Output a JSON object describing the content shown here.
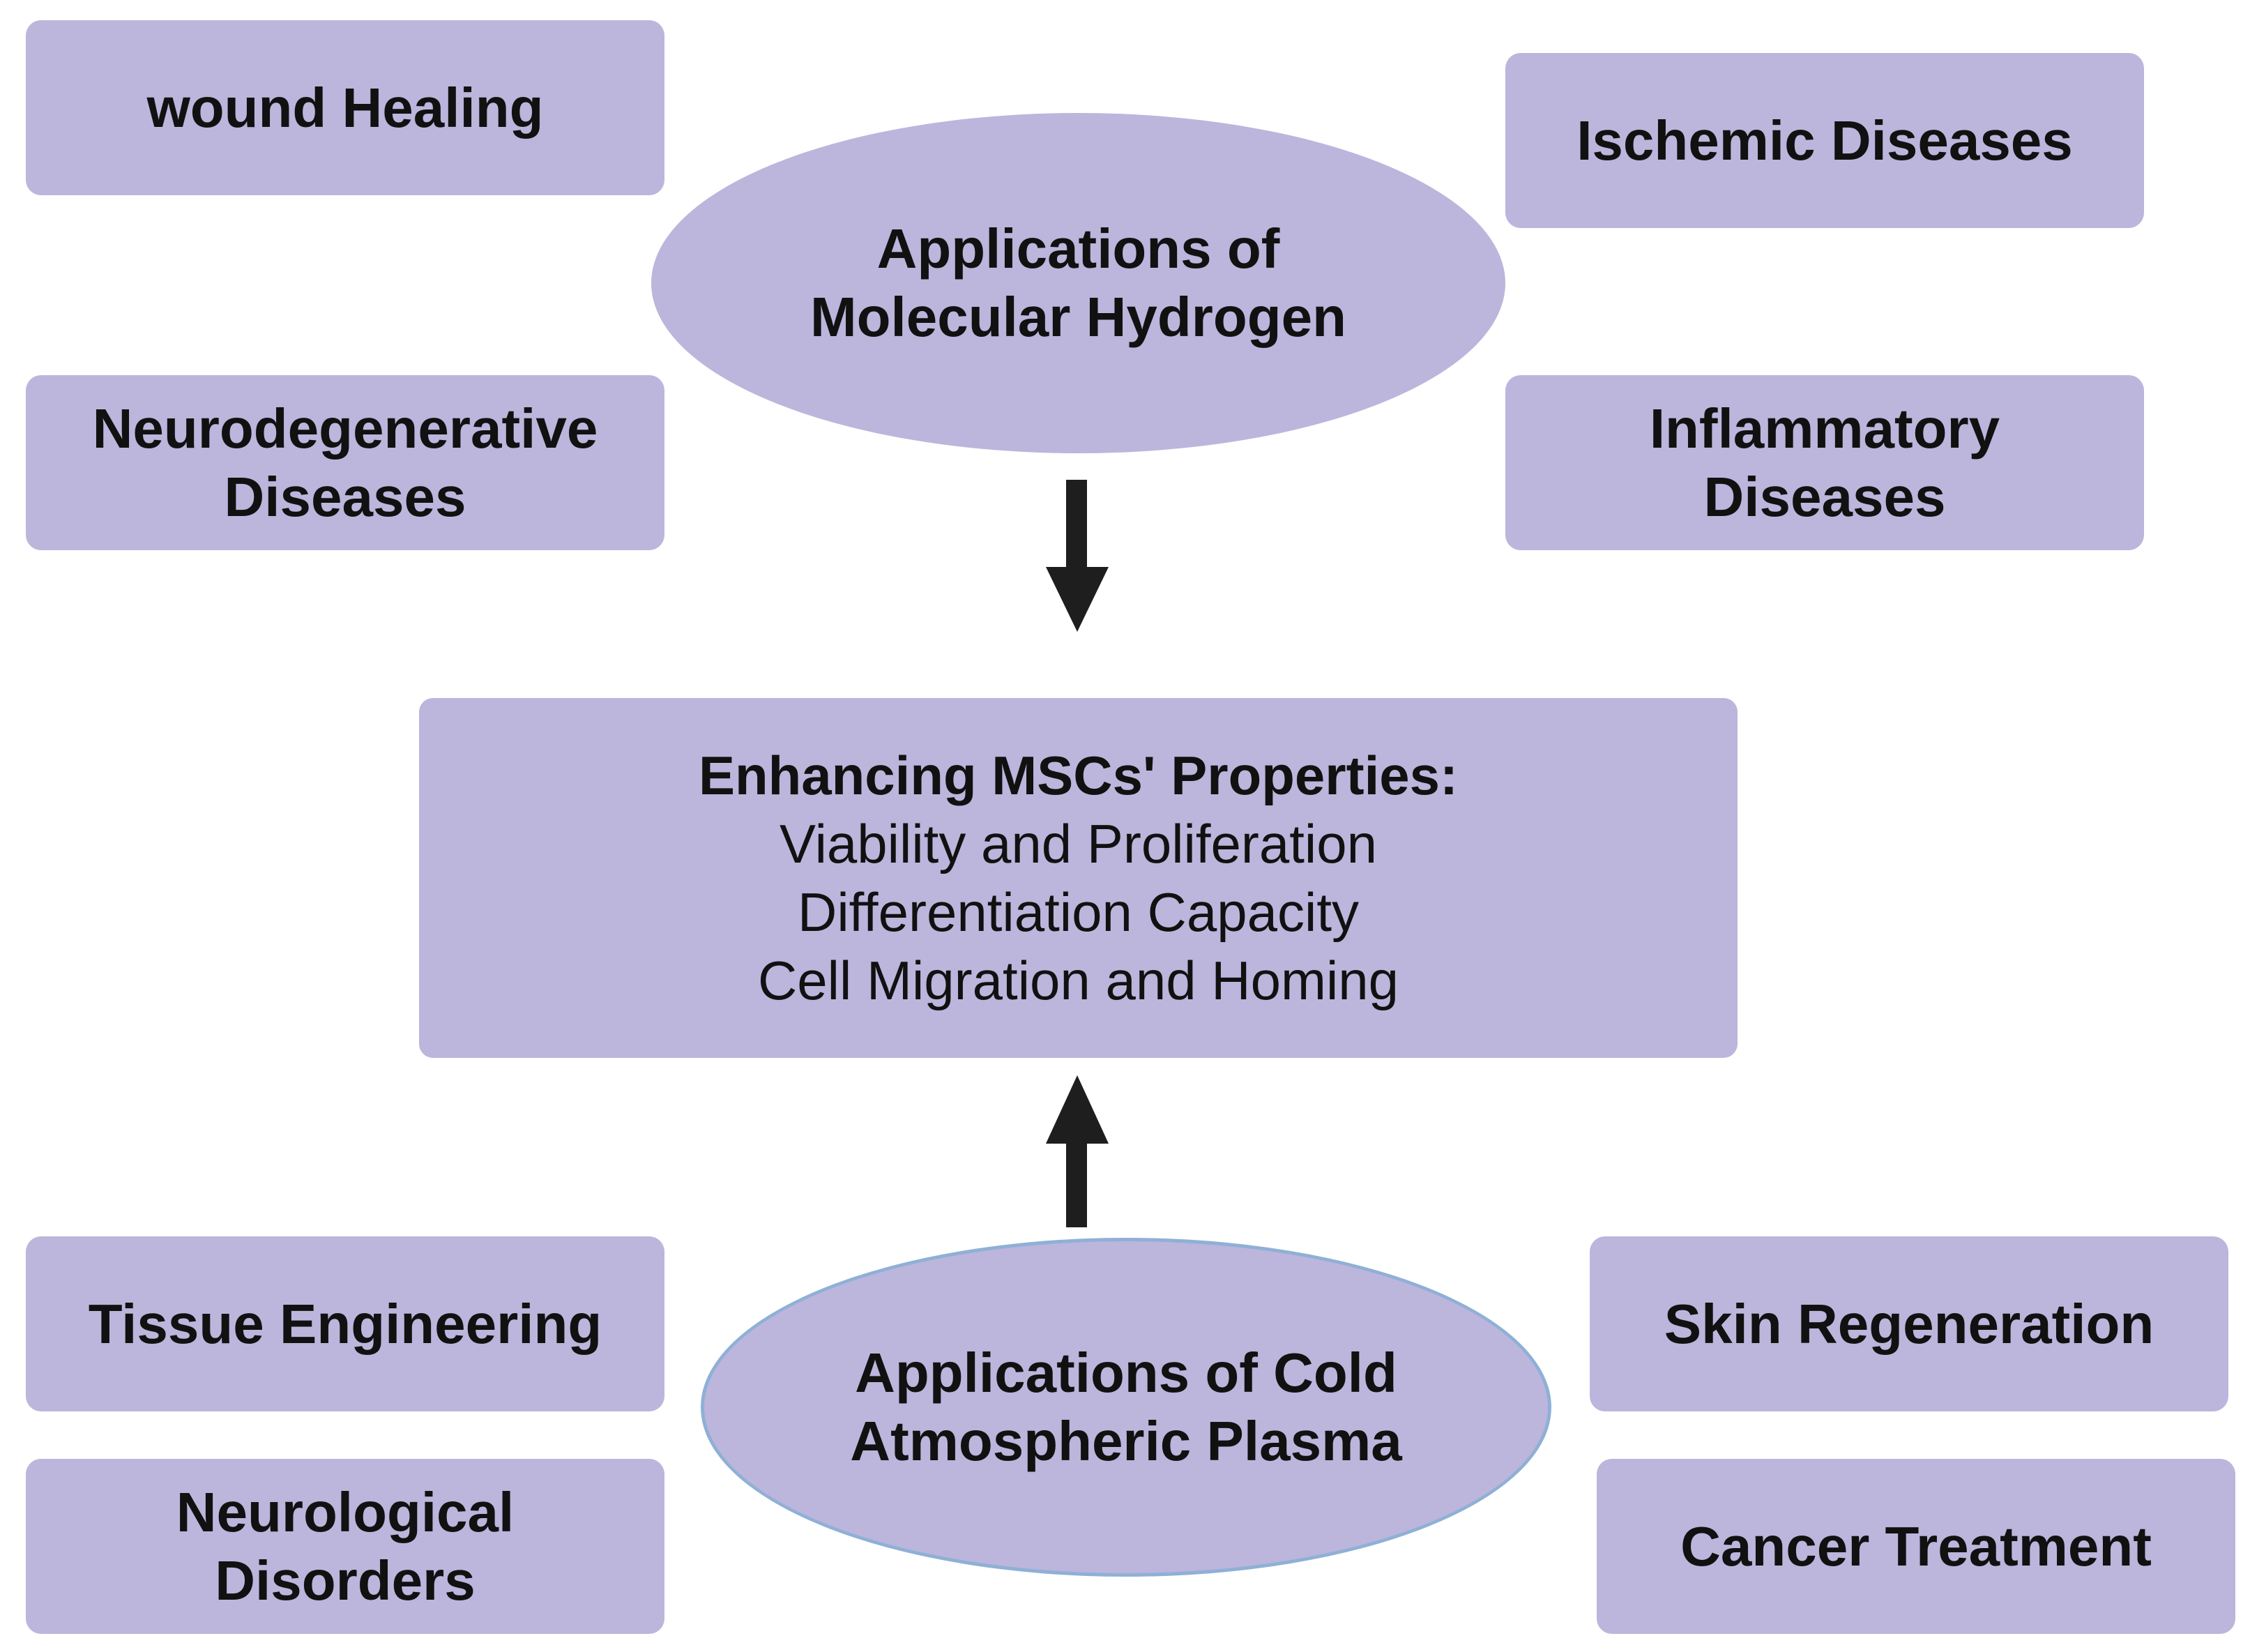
{
  "colors": {
    "box_fill": "#bcb5dc",
    "arrow": "#1e1e1e",
    "oval_outline": "#8fb0d6"
  },
  "top_oval": {
    "lines": [
      "Applications of",
      "Molecular Hydrogen"
    ]
  },
  "bottom_oval": {
    "lines": [
      "Applications of Cold",
      "Atmospheric Plasma"
    ]
  },
  "top_left_1": {
    "lines": [
      "wound Healing"
    ]
  },
  "top_left_2": {
    "lines": [
      "Neurodegenerative",
      "Diseases"
    ]
  },
  "top_right_1": {
    "lines": [
      "Ischemic Diseases"
    ]
  },
  "top_right_2": {
    "lines": [
      "Inflammatory",
      "Diseases"
    ]
  },
  "center": {
    "title": "Enhancing MSCs' Properties:",
    "items": [
      "Viability and Proliferation",
      "Differentiation Capacity",
      "Cell Migration and Homing"
    ]
  },
  "bottom_left_1": {
    "lines": [
      "Tissue Engineering"
    ]
  },
  "bottom_left_2": {
    "lines": [
      "Neurological",
      "Disorders"
    ]
  },
  "bottom_right_1": {
    "lines": [
      "Skin Regeneration"
    ]
  },
  "bottom_right_2": {
    "lines": [
      "Cancer Treatment"
    ]
  }
}
